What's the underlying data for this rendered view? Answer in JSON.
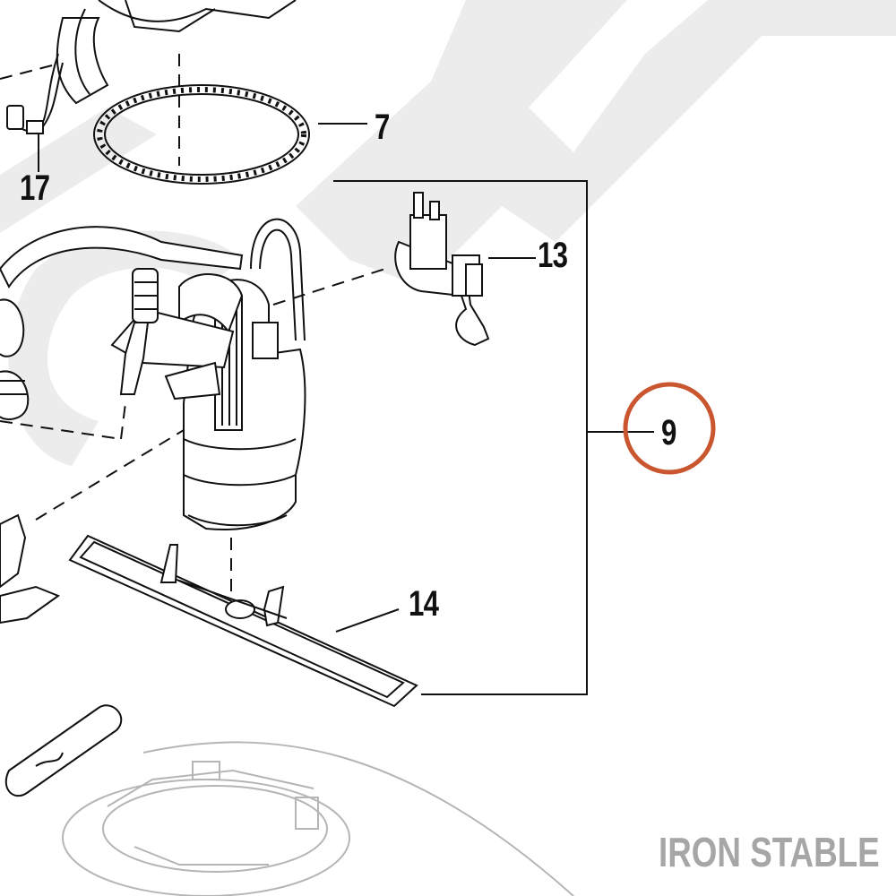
{
  "callouts": {
    "c17": "17",
    "c7": "7",
    "c13": "13",
    "c9": "9",
    "c14": "14"
  },
  "brand": {
    "text": "IRON STABLE"
  },
  "colors": {
    "highlight_circle": "#c9562f",
    "line": "#111111",
    "watermark": "#ececec",
    "faded_part": "#b5b5b5"
  }
}
